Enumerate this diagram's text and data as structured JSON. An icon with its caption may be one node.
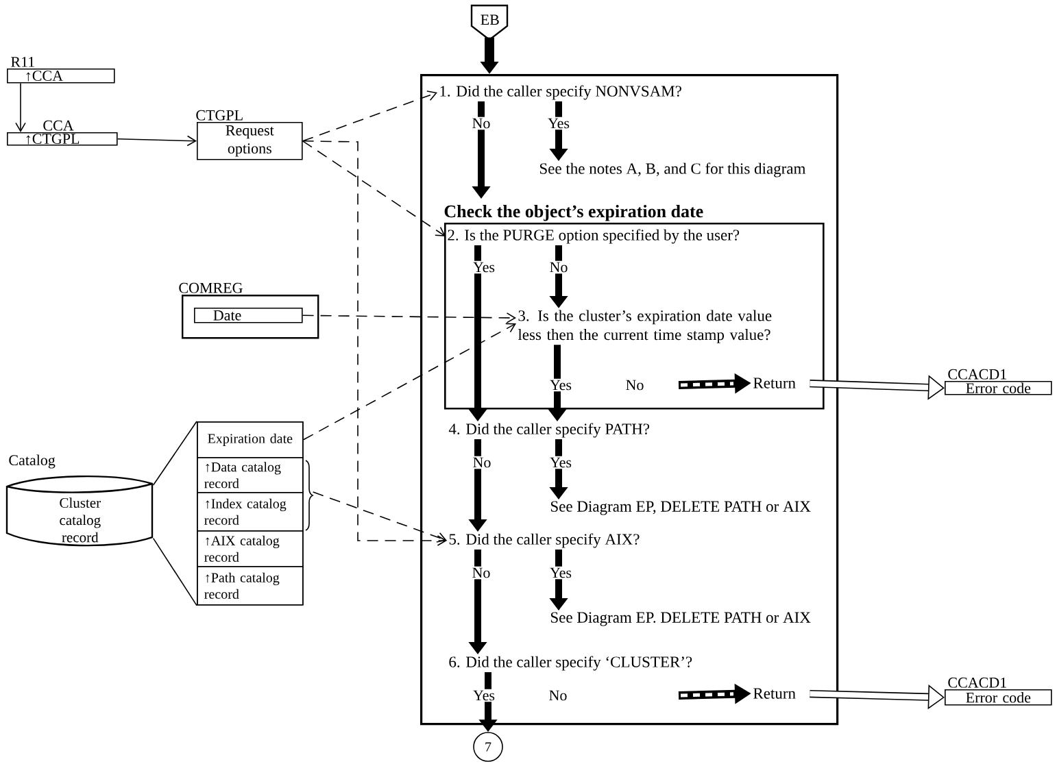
{
  "diagram": {
    "nodes": [
      {
        "text": [
          "R11",
          "↑CCA"
        ]
      },
      {
        "text": [
          "CCA",
          "↑CTGPL"
        ]
      },
      {
        "text": [
          "CTGPL",
          "Request options"
        ]
      },
      {
        "text": [
          "COMREG"
        ]
      },
      {
        "text": [
          "Date"
        ],
        "in": 3
      },
      {
        "text": [
          "Catalog",
          "Cluster catalog record"
        ]
      },
      {
        "text": [],
        "shape": "box"
      },
      {
        "text": [
          "Expiration date"
        ],
        "in": 6
      },
      {
        "text": [
          "↑Data catalog record"
        ],
        "in": 6
      },
      {
        "text": [
          "↑Index catalog record"
        ],
        "in": 6
      },
      {
        "text": [
          "↑AIX catalog record"
        ],
        "in": 6
      },
      {
        "text": [
          "↑Path catalog record"
        ],
        "in": 6
      },
      {
        "text": [
          "EB"
        ]
      },
      {
        "text": [],
        "shape": "box"
      },
      {
        "text": [
          "1. Did the caller specify NONVSAM?"
        ],
        "in": 13
      },
      {
        "text": [
          "See the notes A, B, and C for this diagram"
        ],
        "in": 13
      },
      {
        "text": [
          "Check the object’s expiration date"
        ],
        "in": 13
      },
      {
        "text": [
          "2. Is the PURGE option specified by the user?"
        ],
        "in": 16
      },
      {
        "text": [
          "3. Is the cluster’s expiration date value less then the current time stamp value?"
        ],
        "in": 16
      },
      {
        "text": [
          "Return"
        ],
        "in": 16
      },
      {
        "text": [
          "4. Did the caller specify PATH?"
        ],
        "in": 13
      },
      {
        "text": [
          "See Diagram EP, DELETE PATH or AIX"
        ],
        "in": 13
      },
      {
        "text": [
          "5. Did the caller specify AIX?"
        ],
        "in": 13
      },
      {
        "text": [
          "See Diagram EP. DELETE PATH or AIX"
        ],
        "in": 13
      },
      {
        "text": [
          "6. Did the caller specify ‘CLUSTER’?"
        ],
        "in": 13
      },
      {
        "text": [
          "Return"
        ],
        "in": 13
      },
      {
        "text": [
          "7"
        ]
      },
      {
        "text": [
          "CCACD1",
          "Error code"
        ]
      },
      {
        "text": [
          "CCACD1",
          "Error code"
        ]
      }
    ],
    "edges": [
      {
        "from": 0,
        "to": 1,
        "arrow": "to"
      },
      {
        "from": 1,
        "to": 2,
        "arrow": "to"
      },
      {
        "from": 2,
        "to": 14,
        "arrow": "to",
        "style": "dashed"
      },
      {
        "from": 2,
        "to": 17,
        "arrow": "to",
        "style": "dashed"
      },
      {
        "from": 2,
        "to": 22,
        "arrow": "to",
        "style": "dashed"
      },
      {
        "from": 4,
        "to": 18,
        "arrow": "to",
        "style": "dashed"
      },
      {
        "from": 7,
        "to": 18,
        "arrow": "to",
        "style": "dashed"
      },
      {
        "from": 9,
        "to": 22,
        "arrow": "to",
        "style": "dashed"
      },
      {
        "from": 5,
        "to": 6,
        "arrow": "none"
      },
      {
        "from": 5,
        "to": 6,
        "arrow": "none"
      },
      {
        "from": 12,
        "to": 13,
        "arrow": "to"
      },
      {
        "from": 14,
        "to": 15,
        "arrow": "to",
        "label": "Yes"
      },
      {
        "from": 14,
        "to": 16,
        "arrow": "to",
        "label": "No"
      },
      {
        "from": 17,
        "to": 20,
        "arrow": "to",
        "label": "Yes"
      },
      {
        "from": 17,
        "to": 18,
        "arrow": "to",
        "label": "No"
      },
      {
        "from": 18,
        "to": 20,
        "arrow": "to",
        "label": "Yes"
      },
      {
        "from": null,
        "to": 19,
        "arrow": "to"
      },
      {
        "from": 20,
        "to": 21,
        "arrow": "to",
        "label": "Yes"
      },
      {
        "from": 20,
        "to": 22,
        "arrow": "to",
        "label": "No"
      },
      {
        "from": 22,
        "to": 23,
        "arrow": "to",
        "label": "Yes"
      },
      {
        "from": 22,
        "to": 24,
        "arrow": "to",
        "label": "No"
      },
      {
        "from": 24,
        "to": 26,
        "arrow": "to",
        "label": "Yes"
      },
      {
        "from": null,
        "to": 25,
        "arrow": "to"
      },
      {
        "from": 19,
        "to": 27,
        "arrow": "to"
      },
      {
        "from": 25,
        "to": 28,
        "arrow": "to"
      }
    ],
    "labels": [
      "No",
      "No"
    ]
  }
}
